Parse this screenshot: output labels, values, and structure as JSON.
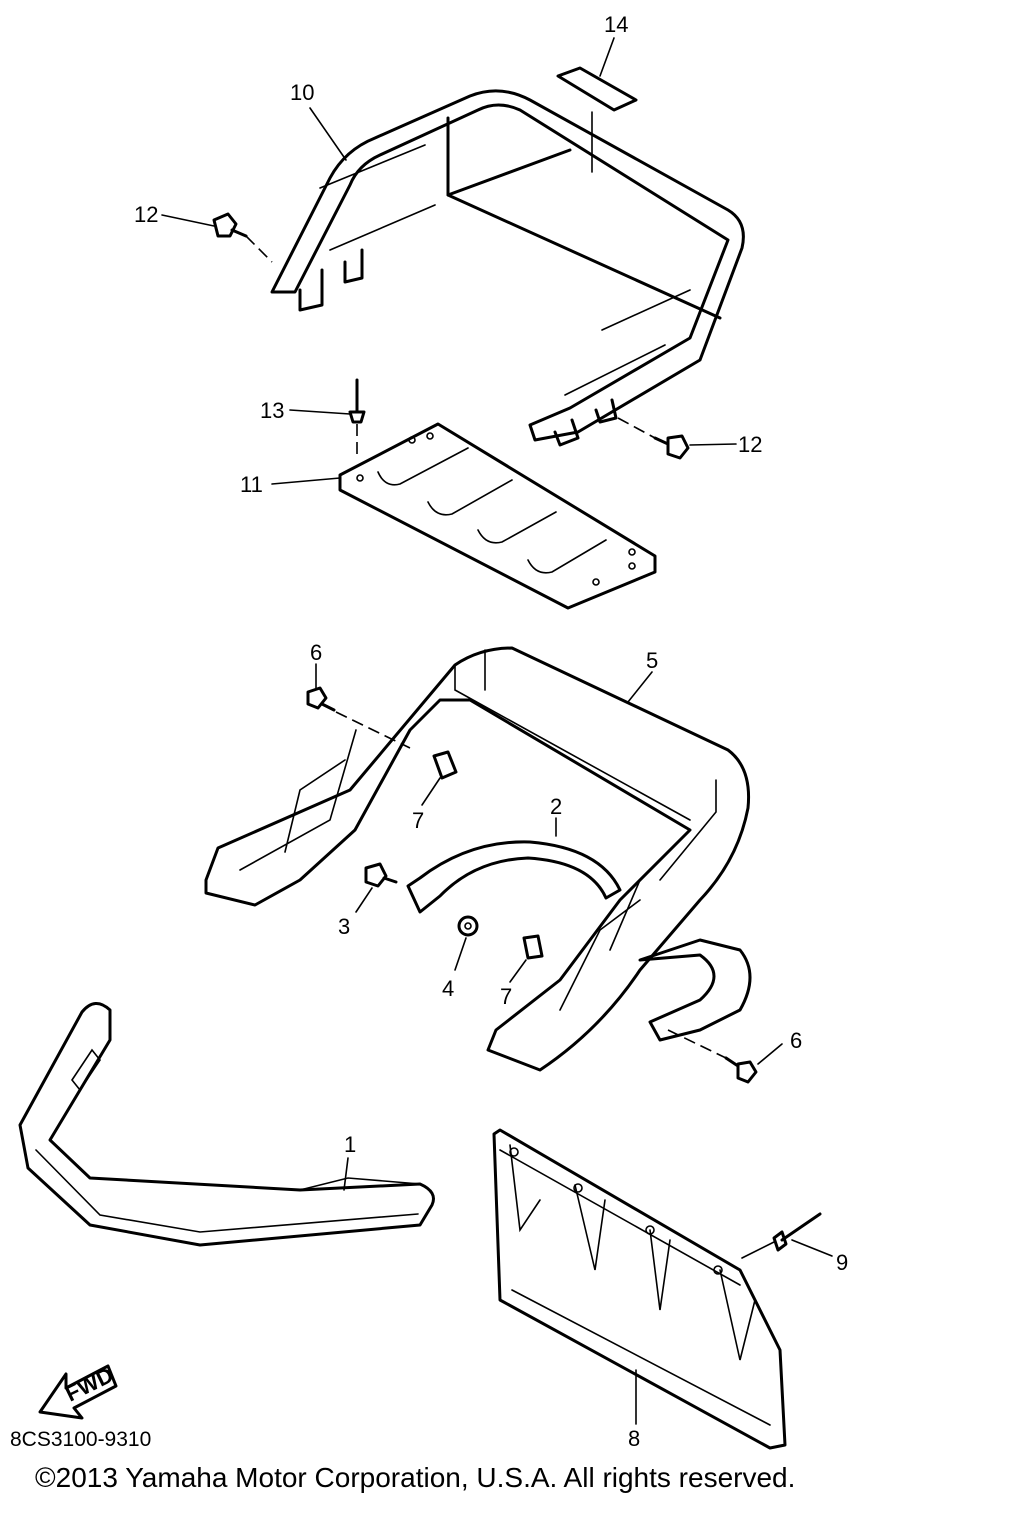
{
  "diagram": {
    "drawing_code": "8CS3100-9310",
    "copyright": "©2013 Yamaha Motor Corporation, U.S.A. All rights reserved.",
    "fwd_label": "FWD",
    "callouts": {
      "c1": "1",
      "c2": "2",
      "c3": "3",
      "c4": "4",
      "c5": "5",
      "c6a": "6",
      "c6b": "6",
      "c7a": "7",
      "c7b": "7",
      "c8": "8",
      "c9": "9",
      "c10": "10",
      "c11": "11",
      "c12a": "12",
      "c12b": "12",
      "c13": "13",
      "c14": "14"
    }
  }
}
